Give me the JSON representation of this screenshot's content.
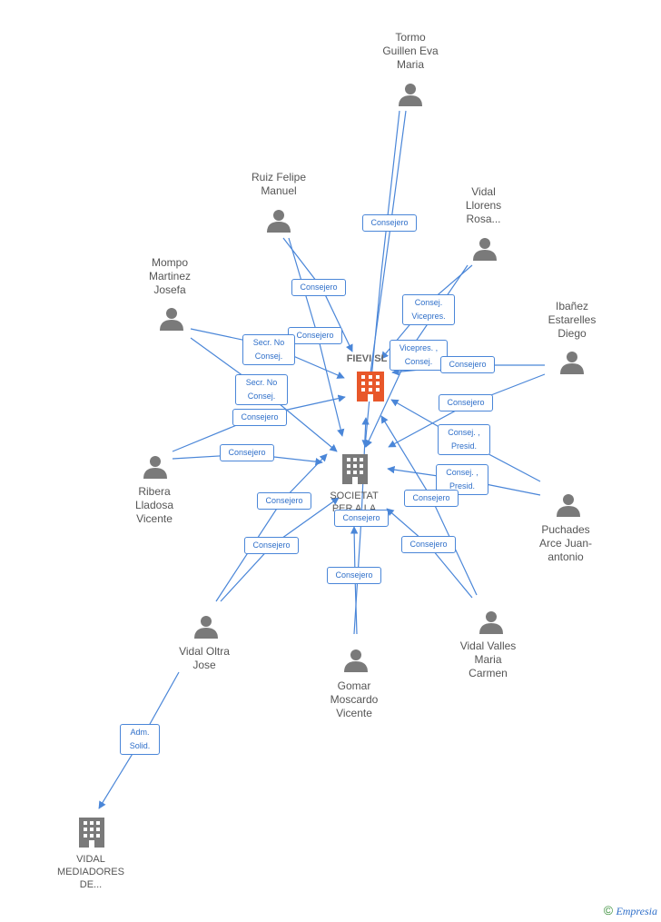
{
  "nodes": {
    "tormo": "Tormo\nGuillen Eva\nMaria",
    "ruiz": "Ruiz Felipe\nManuel",
    "vidal_llorens": "Vidal\nLlorens\nRosa...",
    "mompo": "Mompo\nMartinez\nJosefa",
    "ibanez": "Ibañez\nEstarelles\nDiego",
    "fievi": "FIEVI SL",
    "societat": "SOCIETAT\nPER A LA\nPR...",
    "ribera": "Ribera\nLladosa\nVicente",
    "puchades": "Puchades\nArce Juan-\nantonio",
    "vidal_oltra": "Vidal Oltra\nJose",
    "gomar": "Gomar\nMoscardo\nVicente",
    "vidal_valles": "Vidal Valles\nMaria\nCarmen",
    "vidal_mediadores": "VIDAL\nMEDIADORES\nDE..."
  },
  "edges": {
    "e1": "Consejero",
    "e2": "Consejero",
    "e3": "Consej.\nVicepres.",
    "e4": "Consejero",
    "e5": "Secr. No\nConsej.",
    "e6": "Vicepres. ,\nConsej.",
    "e7": "Consejero",
    "e8": "Secr. No\nConsej.",
    "e9": "Consejero",
    "e10": "Consejero",
    "e11": "Consejero",
    "e12": "Consej. ,\nPresid.",
    "e13": "Consej. ,\nPresid.",
    "e14": "Consejero",
    "e15": "Consejero",
    "e16": "Consejero",
    "e17": "Consejero",
    "e18": "Consejero",
    "e19": "Consejero",
    "e20": "Adm.\nSolid."
  },
  "colors": {
    "edge": "#4a86d8",
    "person": "#7a7a7a",
    "company": "#7a7a7a",
    "main_company": "#e8572a"
  },
  "footer": {
    "copyright": "©",
    "brand": "Empresia"
  }
}
